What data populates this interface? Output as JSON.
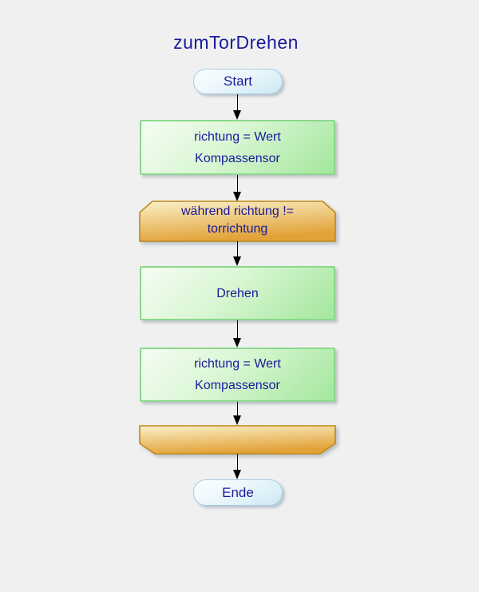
{
  "title": "zumTorDrehen",
  "colors": {
    "background": "#f0f0f0",
    "text": "#1a1a9b",
    "process_border": "#8bd88b",
    "process_fill_top": "#f5fdf3",
    "process_fill_bottom": "#a3e79d",
    "loop_border": "#bf8a18",
    "loop_fill_top": "#faf1ca",
    "loop_fill_bottom": "#e2a238",
    "terminator_border": "#a6cede",
    "terminator_fill_top": "#fbfeff",
    "terminator_fill_bottom": "#cde8f4",
    "arrow": "#000000"
  },
  "nodes": {
    "start": {
      "type": "terminator",
      "label": "Start"
    },
    "assign1": {
      "type": "process",
      "line1": "richtung = Wert",
      "line2": "Kompassensor"
    },
    "while_loop": {
      "type": "loop-start",
      "line1": "während richtung !=",
      "line2": "torrichtung"
    },
    "drehen": {
      "type": "process",
      "label": "Drehen"
    },
    "assign2": {
      "type": "process",
      "line1": "richtung = Wert",
      "line2": "Kompassensor"
    },
    "loop_end": {
      "type": "loop-end",
      "label": ""
    },
    "ende": {
      "type": "terminator",
      "label": "Ende"
    }
  }
}
